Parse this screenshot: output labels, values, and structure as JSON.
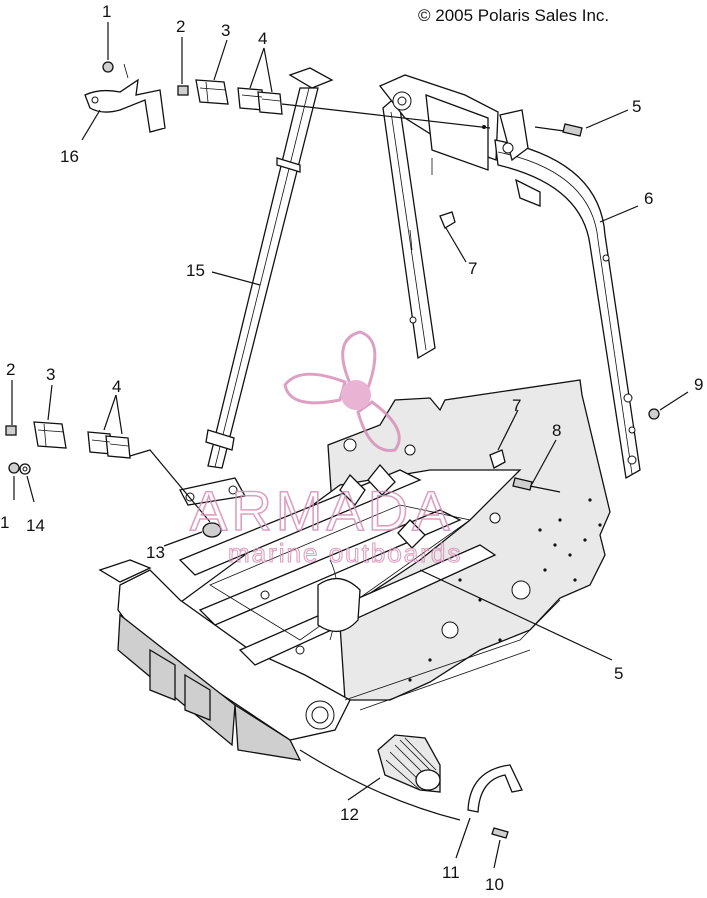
{
  "copyright": "© 2005 Polaris Sales Inc.",
  "watermark": {
    "brand": "ARMADA",
    "tagline": "marine outboards",
    "color": "#d890b8"
  },
  "callouts": [
    {
      "id": "c1a",
      "text": "1"
    },
    {
      "id": "c2a",
      "text": "2"
    },
    {
      "id": "c3a",
      "text": "3"
    },
    {
      "id": "c4a",
      "text": "4"
    },
    {
      "id": "c5a",
      "text": "5"
    },
    {
      "id": "c6",
      "text": "6"
    },
    {
      "id": "c7a",
      "text": "7"
    },
    {
      "id": "c16",
      "text": "16"
    },
    {
      "id": "c15",
      "text": "15"
    },
    {
      "id": "c2b",
      "text": "2"
    },
    {
      "id": "c3b",
      "text": "3"
    },
    {
      "id": "c4b",
      "text": "4"
    },
    {
      "id": "c1b",
      "text": "1"
    },
    {
      "id": "c14",
      "text": "14"
    },
    {
      "id": "c13",
      "text": "13"
    },
    {
      "id": "c7b",
      "text": "7"
    },
    {
      "id": "c8",
      "text": "8"
    },
    {
      "id": "c9",
      "text": "9"
    },
    {
      "id": "c5b",
      "text": "5"
    },
    {
      "id": "c12",
      "text": "12"
    },
    {
      "id": "c11",
      "text": "11"
    },
    {
      "id": "c10",
      "text": "10"
    }
  ]
}
